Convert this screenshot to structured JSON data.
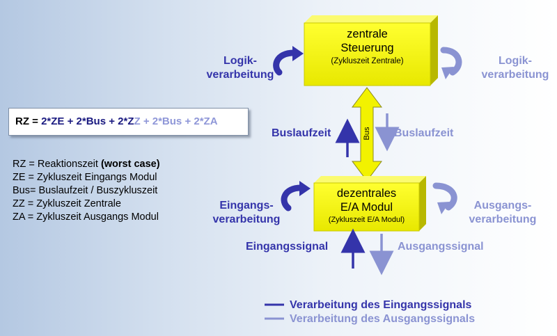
{
  "formula": {
    "lhs": "RZ = ",
    "main": "2*ZE + 2*Bus + 2*Z",
    "tail": "Z + 2*Bus + 2*ZA"
  },
  "legend_list": [
    {
      "text": "RZ = Reaktionszeit ",
      "bold": "(worst case)"
    },
    {
      "text": "ZE = Zykluszeit Eingangs Modul",
      "bold": ""
    },
    {
      "text": "Bus= Buslaufzeit / Buszykluszeit",
      "bold": ""
    },
    {
      "text": "ZZ = Zykluszeit Zentrale",
      "bold": ""
    },
    {
      "text": "ZA = Zykluszeit Ausgangs Modul",
      "bold": ""
    }
  ],
  "central": {
    "line1": "zentrale",
    "line2": "Steuerung",
    "sub": "(Zykluszeit Zentrale)"
  },
  "module": {
    "line1": "dezentrales",
    "line2": "E/A Modul",
    "sub": "(Zykluszeit E/A Modul)"
  },
  "bus_label": "Bus",
  "logic_left": {
    "line1": "Logik-",
    "line2": "verarbeitung"
  },
  "logic_right": {
    "line1": "Logik-",
    "line2": "verarbeitung"
  },
  "buslaufzeit_left": "Buslaufzeit",
  "buslaufzeit_right": "Buslaufzeit",
  "input_proc": {
    "line1": "Eingangs-",
    "line2": "verarbeitung"
  },
  "output_proc": {
    "line1": "Ausgangs-",
    "line2": "verarbeitung"
  },
  "input_signal": "Eingangssignal",
  "output_signal": "Ausgangssignal",
  "legend": {
    "input_line": "Verarbeitung des Eingangssignals",
    "output_line": "Verarbeitung des Ausgangssignals"
  },
  "colors": {
    "input": "#3434aa",
    "output": "#8a93d2",
    "box_yellow": "#f2f200",
    "box_side": "#b8b800"
  }
}
